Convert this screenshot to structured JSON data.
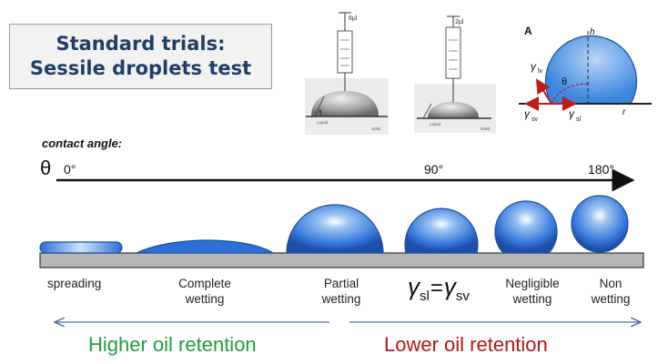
{
  "title": {
    "line1": "Standard trials:",
    "line2": "Sessile droplets test"
  },
  "axis": {
    "label": "contact angle:",
    "symbol": "θ",
    "ticks": [
      "0°",
      "90°",
      "180°"
    ]
  },
  "droplet_labels": {
    "spreading": "spreading",
    "complete": [
      "Complete",
      "wetting"
    ],
    "partial": [
      "Partial",
      "wetting"
    ],
    "negligible": [
      "Negligible",
      "wetting"
    ],
    "non": [
      "Non",
      "wetting"
    ]
  },
  "equation": {
    "gamma": "γ",
    "left_sub": "sl",
    "equals": "=",
    "right_sub": "sv"
  },
  "retention": {
    "higher": "Higher oil retention",
    "lower": "Lower oil retention"
  },
  "syringe1": {
    "volume": "6µl",
    "angle": "θ",
    "base_left": "Liquid",
    "base_right": "Solid"
  },
  "syringe2": {
    "volume": "2µl",
    "base_left": "Liquid",
    "base_right": "Solid"
  },
  "young_diagram": {
    "panel": "A",
    "h": "h",
    "r": "r",
    "theta": "θ",
    "gamma": "γ",
    "lv": "lv",
    "sv": "sv",
    "sl": "sl"
  },
  "colors": {
    "title": "#1f3f68",
    "droplet": "#2d6fd6",
    "higher": "#1e9e3c",
    "lower": "#b01818",
    "retention_arrow": "#4a6fa8"
  }
}
